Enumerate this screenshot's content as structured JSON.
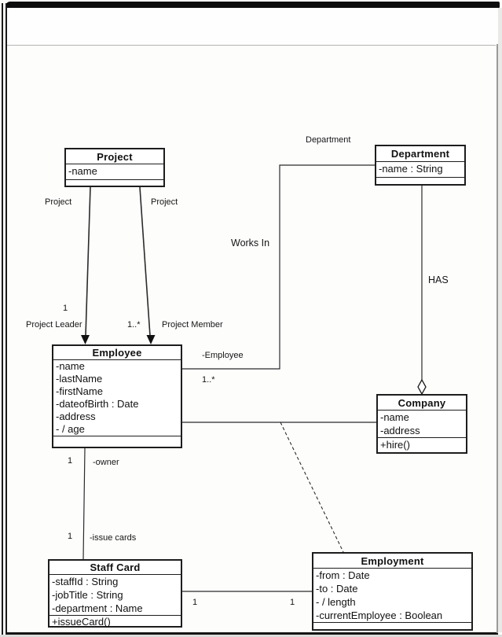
{
  "diagram": {
    "classes": [
      {
        "id": "project",
        "title": "Project",
        "attributes": [
          "-name"
        ],
        "operations": []
      },
      {
        "id": "department",
        "title": "Department",
        "attributes": [
          "-name : String"
        ],
        "operations": []
      },
      {
        "id": "employee",
        "title": "Employee",
        "attributes": [
          "-name",
          "-lastName",
          "-firstName",
          "-dateofBirth : Date",
          "-address",
          "- / age"
        ],
        "operations": []
      },
      {
        "id": "company",
        "title": "Company",
        "attributes": [
          "-name",
          "-address"
        ],
        "operations": [
          "+hire()"
        ]
      },
      {
        "id": "staff-card",
        "title": "Staff Card",
        "attributes": [
          "-staffId : String",
          "-jobTitle : String",
          "-department : Name"
        ],
        "operations": [
          "+issueCard()"
        ]
      },
      {
        "id": "employment",
        "title": "Employment",
        "attributes": [
          "-from : Date",
          "-to : Date",
          "- / length",
          "-currentEmployee : Boolean"
        ],
        "operations": []
      }
    ],
    "edge_labels": {
      "department_role": "Department",
      "project_role_left": "Project",
      "project_role_right": "Project",
      "leader_multiplicity": "1",
      "leader_role": "Project Leader",
      "member_multiplicity": "1..*",
      "member_role": "Project Member",
      "works_in": "Works In",
      "employee_role": "-Employee",
      "employee_multiplicity": "1..*",
      "has": "HAS",
      "owner_multiplicity": "1",
      "owner_role": "-owner",
      "issue_multiplicity": "1",
      "issue_role": "-issue cards",
      "staffcard_multiplicity": "1",
      "employment_multiplicity": "1"
    },
    "colors": {
      "line": "#2b2b2b",
      "box_border": "#1d1d1d",
      "paper": "#fdfdfc"
    }
  }
}
